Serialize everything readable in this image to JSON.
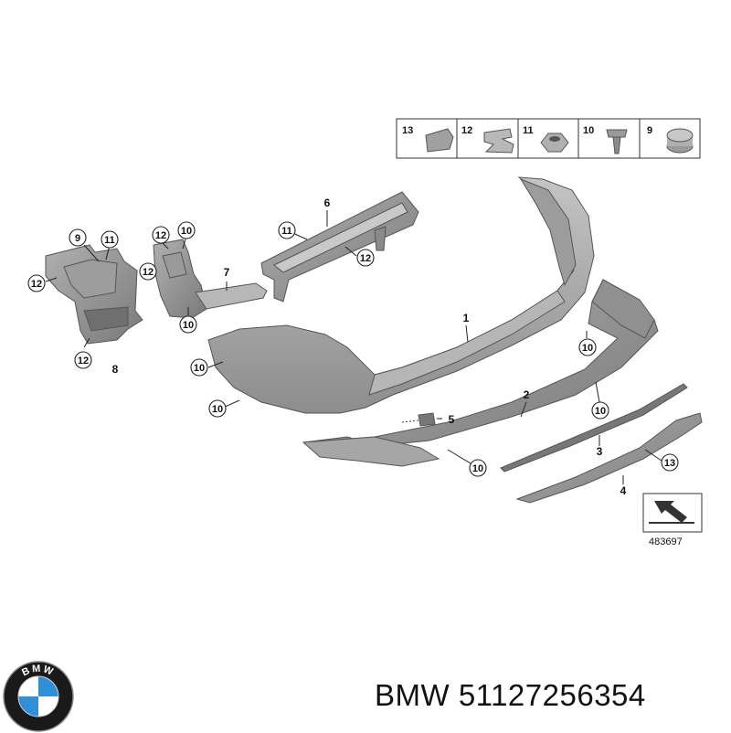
{
  "parts_strip": [
    "13",
    "12",
    "11",
    "10",
    "9"
  ],
  "part_labels": [
    "1",
    "2",
    "3",
    "4",
    "5",
    "6",
    "7",
    "8"
  ],
  "callouts": {
    "c9": "9",
    "c11a": "11",
    "c12a": "12",
    "c12b": "12",
    "c12c": "12",
    "c10a": "10",
    "c10b": "10",
    "c11b": "11",
    "c12d": "12",
    "c10c": "10",
    "c10d": "10",
    "c10e": "10",
    "c10f": "10",
    "c10g": "10",
    "c13": "13"
  },
  "diagram_number": "483697",
  "logo_text": "BMW",
  "caption": "BMW 51127256354",
  "colors": {
    "part_gray": "#a9a9a9",
    "part_dark": "#8a8a8a",
    "logo_blue": "#2f8fd8",
    "text": "#111111"
  }
}
